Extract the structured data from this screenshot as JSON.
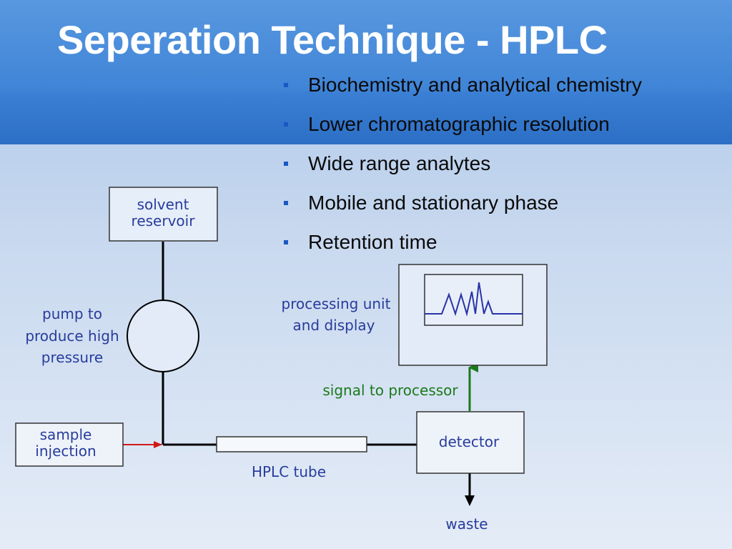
{
  "slide": {
    "title": "Seperation Technique - HPLC",
    "bullets": [
      "Biochemistry and analytical chemistry",
      "Lower chromatographic resolution",
      "Wide range analytes",
      "Mobile and stationary phase",
      "Retention time"
    ]
  },
  "diagram": {
    "solvent_reservoir": [
      "solvent",
      "reservoir"
    ],
    "pump": [
      "pump to",
      "produce high",
      "pressure"
    ],
    "sample_injection": [
      "sample",
      "injection"
    ],
    "hplc_tube": "HPLC tube",
    "detector": "detector",
    "waste": "waste",
    "signal": "signal to processor",
    "processing_unit": [
      "processing unit",
      "and display"
    ]
  },
  "colors": {
    "label_blue": "#283c9c",
    "signal_green": "#1a7a1a",
    "injection_red": "#d01818",
    "bullet_marker": "#1b57c4"
  }
}
